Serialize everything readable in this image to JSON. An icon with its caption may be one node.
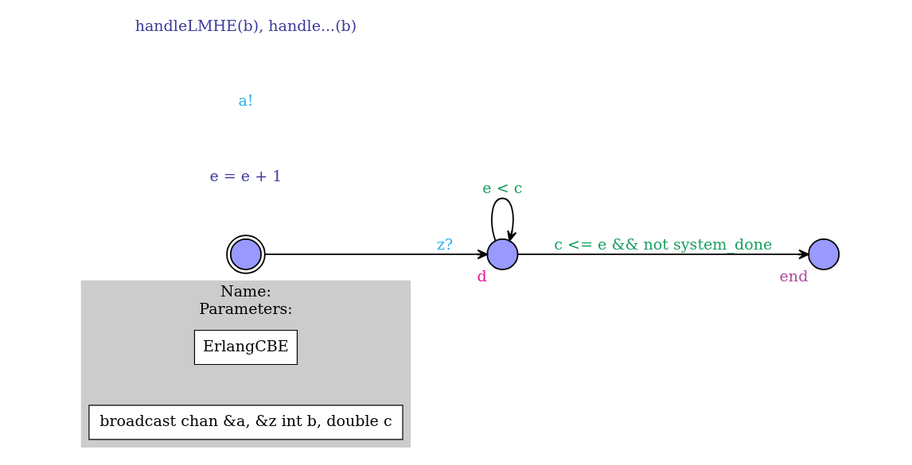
{
  "diagram": {
    "nodes": [
      {
        "text": [
          "Name:",
          "Parameters:"
        ]
      },
      {
        "text": [
          "ErlangCBE"
        ],
        "in": 0
      },
      {
        "text": [
          "broadcast chan &a, &z int b, double c"
        ],
        "in": 0
      },
      {
        "text": [],
        "shape": "circle"
      },
      {
        "text": [],
        "shape": "circle",
        "beside": [
          "d"
        ]
      },
      {
        "text": [],
        "shape": "circle",
        "beside": [
          "end"
        ]
      }
    ],
    "edges": [
      {
        "from": 3,
        "to": 4,
        "arrow": "to",
        "label": "z?"
      },
      {
        "from": 4,
        "to": 4,
        "arrow": "to",
        "label": "e < c"
      },
      {
        "from": 4,
        "to": 5,
        "arrow": "to",
        "label": "c <= e && not system_done"
      }
    ],
    "labels": [
      "e = e + 1",
      "a!",
      "handleLMHE(b), handle...(b)"
    ]
  }
}
